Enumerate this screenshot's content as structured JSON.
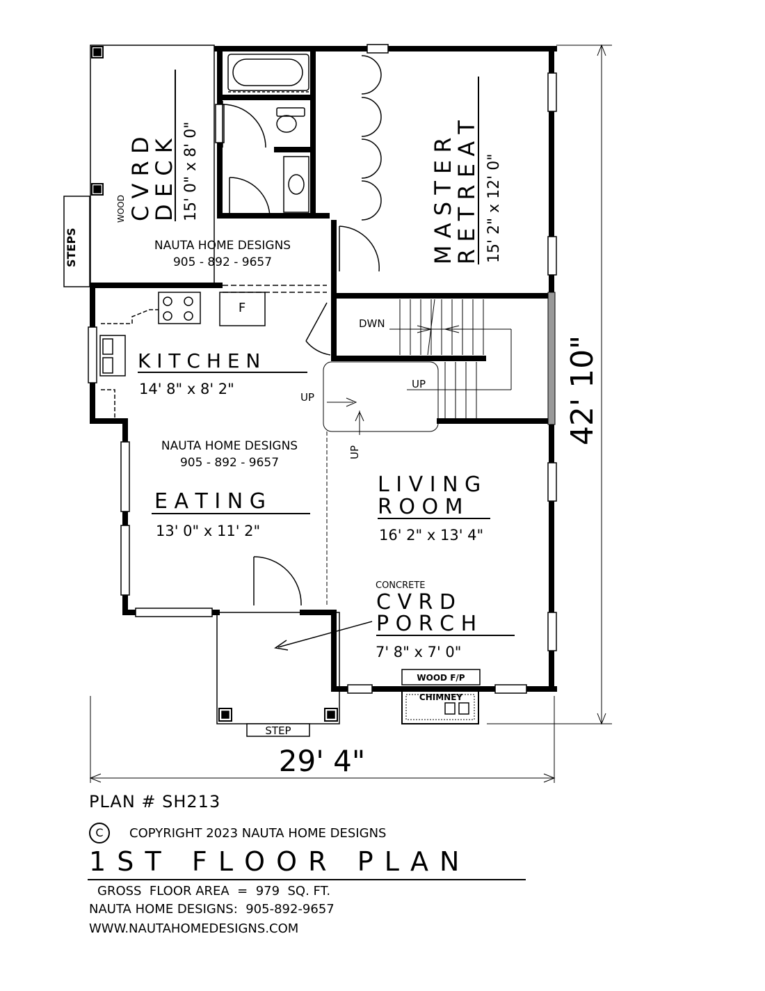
{
  "rooms": {
    "deck": {
      "material": "WOOD",
      "line1": "C V R D",
      "line2": "D E C K",
      "size": "15' 0\" x 8' 0\""
    },
    "master": {
      "line1": "M A S T E R",
      "line2": "R E T R E A T",
      "size": "15' 2\" x 12' 0\""
    },
    "kitchen": {
      "name": "K I T C H E N",
      "size": "14' 8\" x 8' 2\"",
      "fridge": "F"
    },
    "eating": {
      "name": "E A T I N G",
      "size": "13' 0\" x 11' 2\""
    },
    "living": {
      "line1": "L I V I N G",
      "line2": "R O O M",
      "size": "16' 2\" x 13' 4\""
    },
    "porch": {
      "material": "CONCRETE",
      "line1": "C V R D",
      "line2": "P O R C H",
      "size": "7' 8\" x 7' 0\""
    }
  },
  "labels": {
    "steps": "STEPS",
    "step": "STEP",
    "dwn": "DWN",
    "up": "UP",
    "wood_fp": "WOOD F/P",
    "chimney": "CHIMNEY"
  },
  "branding": {
    "company": "NAUTA HOME DESIGNS",
    "phone": "905 - 892 - 9657"
  },
  "dimensions": {
    "width": "29' 4\"",
    "depth": "42' 10\""
  },
  "footer": {
    "plan_number": "PLAN # SH213",
    "copyright_symbol": "C",
    "copyright": "COPYRIGHT 2023 NAUTA HOME DESIGNS",
    "title": "1 S T   F L O O R   P L A N",
    "area": "GROSS  FLOOR AREA  =  979  SQ. FT.",
    "contact": "NAUTA HOME DESIGNS:  905-892-9657",
    "website": "WWW.NAUTAHOMEDESIGNS.COM"
  }
}
